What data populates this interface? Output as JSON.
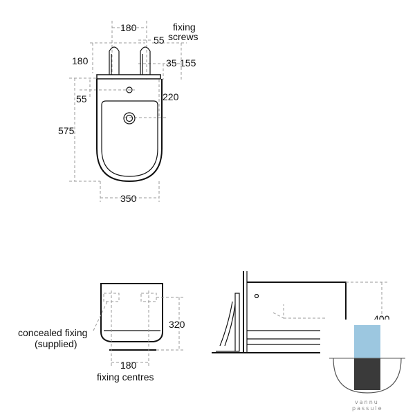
{
  "top_view": {
    "dim_fixing_screws_spacing": "180",
    "dim_screw_offset": "55",
    "fixing_screws_label": "fixing\nscrews",
    "dim_bracket_height": "180",
    "dim_35": "35",
    "dim_155": "155",
    "dim_55_left": "55",
    "dim_220": "220",
    "dim_575": "575",
    "dim_350": "350"
  },
  "front_view": {
    "concealed_fixing_label": "concealed fixing",
    "supplied_label": "(supplied)",
    "dim_320": "320",
    "dim_180": "180",
    "fixing_centres_label": "fixing centres"
  },
  "side_view": {
    "dim_400": "400"
  },
  "logo": {
    "text_line1": "vannu",
    "text_line2": "passule",
    "colors": {
      "blue": "#9cc7e0",
      "dark": "#444444"
    }
  }
}
